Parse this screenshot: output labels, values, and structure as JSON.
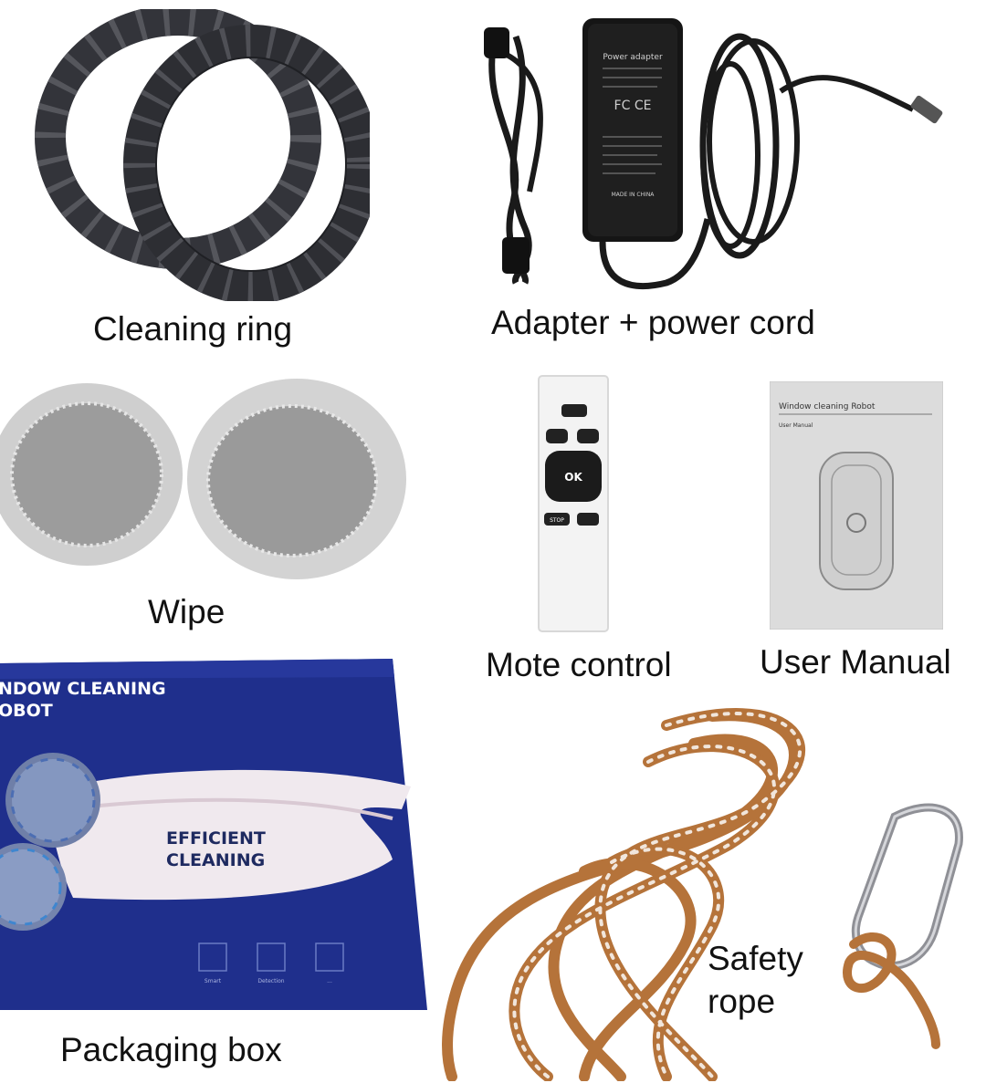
{
  "items": {
    "cleaning_ring": {
      "label": "Cleaning ring"
    },
    "adapter": {
      "label": "Adapter + power cord",
      "adapter_text": [
        "Power adapter",
        "FC  CE",
        "MADE IN CHINA"
      ]
    },
    "wipe": {
      "label": "Wipe"
    },
    "remote": {
      "label": "Mote control",
      "ok": "OK",
      "stop": "STOP"
    },
    "manual": {
      "label": "User Manual",
      "title": "Window cleaning Robot",
      "subtitle": "User Manual"
    },
    "box": {
      "label": "Packaging box",
      "line1": "NDOW CLEANING",
      "line2": "OBOT",
      "slogan1": "EFFICIENT",
      "slogan2": "CLEANING",
      "icons": [
        "Smart",
        "Detection",
        "..."
      ]
    },
    "rope": {
      "label_line1": "Safety",
      "label_line2": "rope"
    }
  },
  "colors": {
    "ring": "#3a3b40",
    "box_blue": "#1f2f8c",
    "rope": "#b5733a",
    "wipe": "#b8b8b8",
    "manual_bg": "#dcdcdc"
  }
}
